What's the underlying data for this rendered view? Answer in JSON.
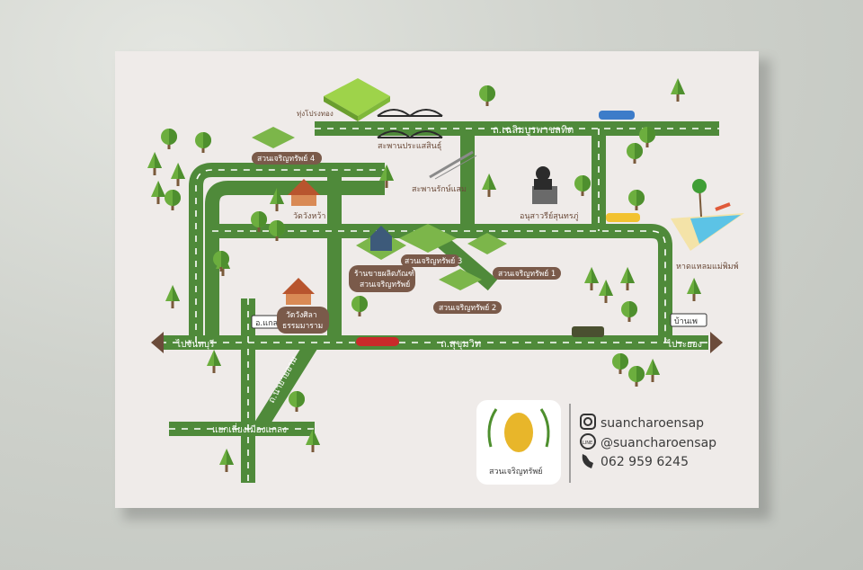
{
  "map": {
    "roads": {
      "sukhumvit": "ถ.สุขุมวิท",
      "chaloem": "ถ.เฉลิมบูรพาชลทิต",
      "nayai_am": "ถ.นายายอาม"
    },
    "directions": {
      "west": "ไปจันทบุรี",
      "east": "ไประยอง",
      "junction": "แยกเลี่ยงเมืองแกลง"
    },
    "places": {
      "thung_prong": "ทุ่งโปรงทอง",
      "bridge1": "สะพานประแสสินธุ์",
      "bridge2": "สะพานรักษ์แสม",
      "monument": "อนุสาวรีย์สุนทรภู่",
      "beach": "หาดแหลมแม่พิมพ์",
      "wat_wang_wa": "วัดวังหว้า",
      "wat_wang_sila": "วัดวังศิลา\nธรรมมาราม",
      "amphoe": "อ.แกลง",
      "ban_phe": "บ้านเพ",
      "shop": "ร้านขายผลิตภัณฑ์\nสวนเจริญทรัพย์"
    },
    "gardens": [
      "สวนเจริญทรัพย์ 1",
      "สวนเจริญทรัพย์ 2",
      "สวนเจริญทรัพย์ 3",
      "สวนเจริญทรัพย์ 4"
    ]
  },
  "brand": {
    "name": "สวนเจริญทรัพย์",
    "instagram": "suancharoensap",
    "line": "@suancharoensap",
    "phone": "062 959 6245",
    "line_badge": "LINE"
  },
  "colors": {
    "road": "#4f8a3a",
    "road_dash": "#ffffff",
    "label_bg": "#7a5a4a",
    "tree": "#6cae3e",
    "tree_dark": "#3f7d2a",
    "paper": "#efebe9"
  }
}
